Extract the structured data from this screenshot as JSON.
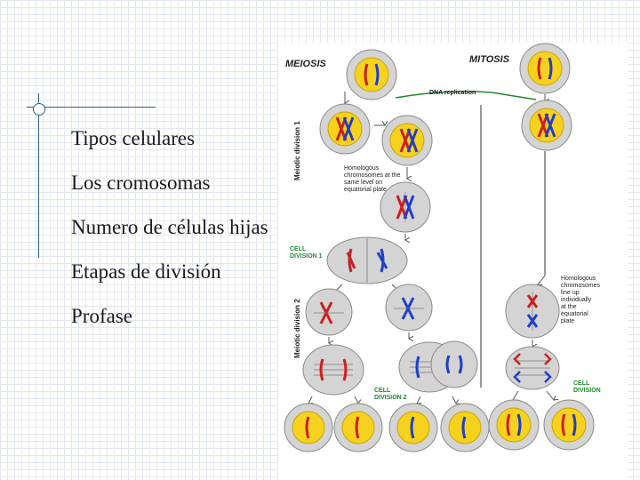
{
  "slide": {
    "bullets": [
      "Tipos celulares",
      "Los cromosomas",
      "Numero de células hijas",
      "Etapas de división",
      "Profase"
    ]
  },
  "diagram": {
    "meiosis_title": "MEIOSIS",
    "mitosis_title": "MITOSIS",
    "dna_replication": "DNA replication",
    "meiotic_division_1": "Meiotic division 1",
    "meiotic_division_2": "Meiotic division 2",
    "homologous_meiosis_lines": [
      "Homologous",
      "chromosomes at the",
      "same level on",
      "equatorial plate"
    ],
    "cell_division_1_lines": [
      "CELL",
      "DIVISION 1"
    ],
    "cell_division_2_lines": [
      "CELL",
      "DIVISION 2"
    ],
    "homologous_mitosis_lines": [
      "Homologous",
      "chromosomes",
      "line up",
      "individually",
      "at the",
      "equatorial",
      "plate"
    ],
    "cell_division_mitosis_lines": [
      "CELL",
      "DIVISION"
    ],
    "colors": {
      "paternal": "#cc1f1f",
      "maternal": "#1f3fc8",
      "nucleus": "#f6d21e",
      "cell": "#d4d4d4",
      "cell_border": "#8a8a8a",
      "caption_green": "#1f8a2e",
      "slide_accent": "#2d5f8c"
    }
  }
}
